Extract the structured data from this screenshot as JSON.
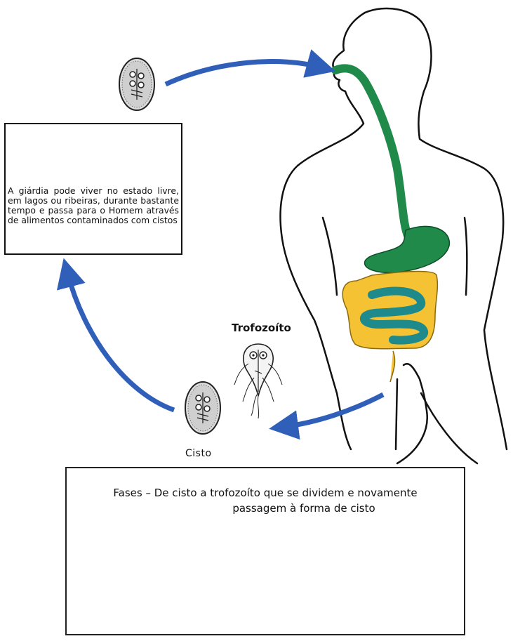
{
  "info_text": "A giárdia pode viver no estado livre, em lagos ou ribeiras, durante bastante tempo e passa para o Homem através de alimentos contaminados com cistos",
  "label_trofozoito": "Trofozoíto",
  "label_cisto": "Cisto",
  "phases_title_line1": "Fases – De cisto a trofozoíto que se dividem e novamente",
  "phases_title_line2": "passagem à forma de cisto",
  "colors": {
    "cycle_arrow": "#2f5fb8",
    "esophagus_stomach": "#1f8a4a",
    "large_intestine": "#f4c233",
    "small_intestine": "#1f8a8c",
    "outline": "#111111"
  }
}
